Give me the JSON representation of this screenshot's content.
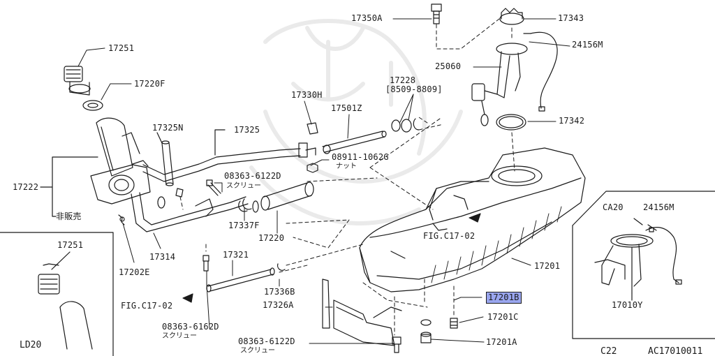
{
  "diagram": {
    "labels": {
      "p17350A": "17350A",
      "p17343": "17343",
      "p24156M_top": "24156M",
      "p25060": "25060",
      "p17228": "17228",
      "p17228_range": "[8509-8809]",
      "p17330H": "17330H",
      "p17501Z": "17501Z",
      "p17251_top": "17251",
      "p17220F": "17220F",
      "p17325N": "17325N",
      "p17325": "17325",
      "p17342": "17342",
      "p08911": "08911-1062G",
      "p08911_sub": "ナット",
      "p08363_a": "08363-6122D",
      "p08363_a_sub": "スクリュー",
      "p17222": "17222",
      "p17222_note": "非販売",
      "p17337F": "17337F",
      "p17220": "17220",
      "p17314": "17314",
      "p17202E": "17202E",
      "p17321": "17321",
      "p17336B": "17336B",
      "p17326A": "17326A",
      "fig_left": "FIG.C17-02",
      "fig_center": "FIG.C17-02",
      "p17201": "17201",
      "p17201B": "17201B",
      "p17201C": "17201C",
      "p17201A": "17201A",
      "p08363_b": "08363-6162D",
      "p08363_b_sub": "スクリュー",
      "p08363_c": "08363-6122D",
      "p08363_c_sub": "スクリュー",
      "ld_17251": "17251",
      "ld_caption": "LD20",
      "ca_caption": "CA20",
      "ca_24156M": "24156M",
      "ca_17010Y": "17010Y",
      "model": "C22",
      "code": "AC17010011"
    },
    "colors": {
      "line": "#1a1a1a",
      "highlight": "#9aa6ef",
      "watermark": "#ececec"
    }
  }
}
